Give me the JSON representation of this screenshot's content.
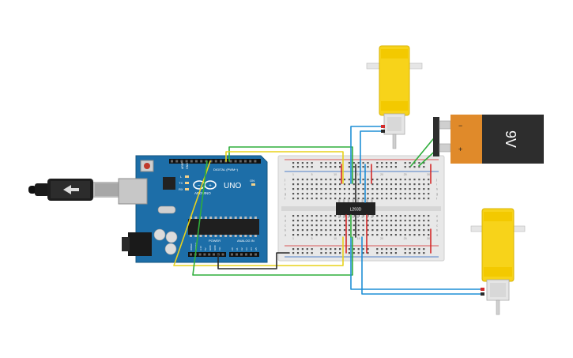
{
  "arduino": {
    "board_name": "UNO",
    "brand": "ARDUINO",
    "header_label_digital": "DIGITAL (PWM~)",
    "header_label_power": "POWER",
    "header_label_analog": "ANALOG IN",
    "aref_label": "AREF",
    "gnd_label": "GND",
    "tx_label": "TX",
    "rx_label": "RX",
    "l_label": "L",
    "on_label": "ON",
    "power_pin_labels": [
      "IOREF",
      "RESET",
      "3.3V",
      "5V",
      "GND",
      "GND",
      "Vin"
    ],
    "analog_pin_labels": [
      "A0",
      "A1",
      "A2",
      "A3",
      "A4",
      "A5"
    ]
  },
  "ic": {
    "label": "L293D"
  },
  "battery": {
    "voltage_label": "9V",
    "plus_label": "+",
    "minus_label": "−"
  },
  "breadboard": {
    "column_numbers": [
      "1",
      "5",
      "10",
      "15",
      "20",
      "25",
      "30"
    ],
    "row_letters_top": [
      "j",
      "i",
      "h",
      "g",
      "f"
    ],
    "row_letters_bottom": [
      "e",
      "d",
      "c",
      "b",
      "a"
    ]
  },
  "colors": {
    "wire_yellow": "#e8d21c",
    "wire_green": "#2fae3b",
    "wire_blue": "#1f8fd6",
    "wire_black": "#2a2a2a",
    "wire_red": "#d42a2a",
    "board": "#1d6ea8",
    "motor_yellow": "#f7d31a",
    "battery_orange": "#e08a2a",
    "battery_black": "#2d2d2d"
  },
  "icons": [
    "usb-cable",
    "motor",
    "battery-9v",
    "ic-chip",
    "breadboard"
  ]
}
